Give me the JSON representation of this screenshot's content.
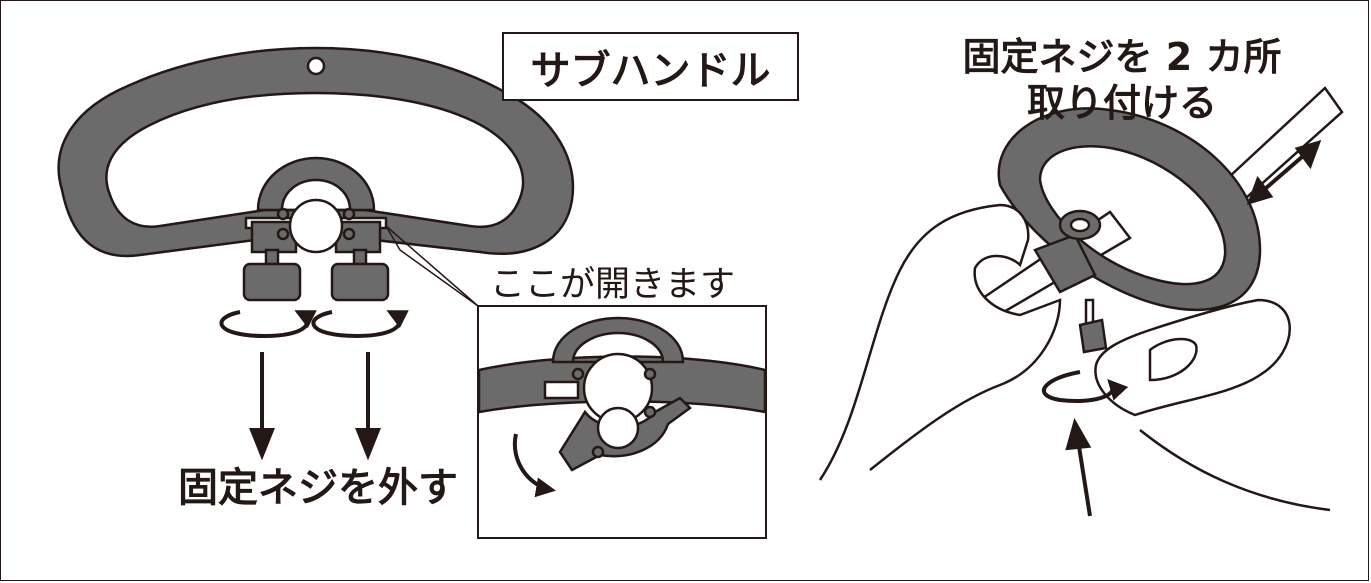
{
  "title": "サブハンドル",
  "labels": {
    "remove_screws": "固定ネジを外す",
    "opens_here": "ここが開きます",
    "attach_line1": "固定ネジを 2 カ所",
    "attach_line2": "取り付ける"
  },
  "colors": {
    "handle": "#6b6b6b",
    "ink": "#231815",
    "background": "#ffffff"
  },
  "icons": [
    "rotate-arrow-icon",
    "down-arrow-icon",
    "up-arrow-icon",
    "double-arrow-icon"
  ]
}
